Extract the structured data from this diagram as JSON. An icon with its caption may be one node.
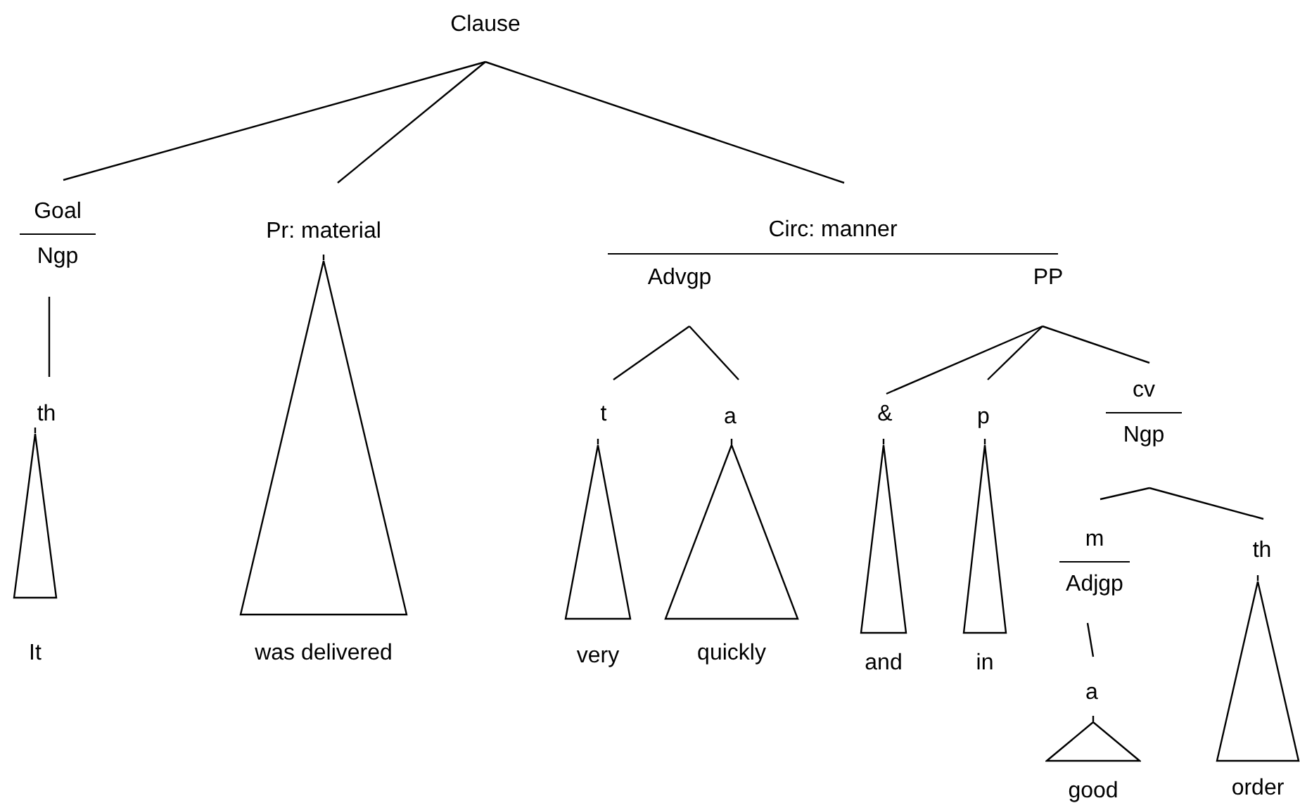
{
  "diagram": {
    "nodes": [
      {
        "text": [
          "Clause"
        ]
      },
      {
        "text": [
          "Goal",
          "Ngp"
        ]
      },
      {
        "text": [
          "th"
        ]
      },
      {
        "text": [
          "It"
        ]
      },
      {
        "text": [
          "Pr: material"
        ]
      },
      {
        "text": [
          "was delivered"
        ]
      },
      {
        "text": [
          "Circ: manner"
        ]
      },
      {
        "text": [
          "Advgp"
        ]
      },
      {
        "text": [
          "PP"
        ]
      },
      {
        "text": [
          "t"
        ]
      },
      {
        "text": [
          "very"
        ]
      },
      {
        "text": [
          "a"
        ]
      },
      {
        "text": [
          "quickly"
        ]
      },
      {
        "text": [
          "&"
        ]
      },
      {
        "text": [
          "and"
        ]
      },
      {
        "text": [
          "p"
        ]
      },
      {
        "text": [
          "in"
        ]
      },
      {
        "text": [
          "cv",
          "Ngp"
        ]
      },
      {
        "text": [
          "m",
          "Adjgp"
        ]
      },
      {
        "text": [
          "a"
        ]
      },
      {
        "text": [
          "good"
        ]
      },
      {
        "text": [
          "th"
        ]
      },
      {
        "text": [
          "order"
        ]
      }
    ],
    "edges": [
      {
        "from": 0,
        "to": 1,
        "arrow": "none"
      },
      {
        "from": 0,
        "to": 4,
        "arrow": "none"
      },
      {
        "from": 0,
        "to": 6,
        "arrow": "none"
      },
      {
        "from": 1,
        "to": 2,
        "arrow": "none"
      },
      {
        "from": 2,
        "to": 3,
        "arrow": "none"
      },
      {
        "from": 4,
        "to": 5,
        "arrow": "none"
      },
      {
        "from": 7,
        "to": 9,
        "arrow": "none"
      },
      {
        "from": 7,
        "to": 11,
        "arrow": "none"
      },
      {
        "from": 8,
        "to": 13,
        "arrow": "none"
      },
      {
        "from": 8,
        "to": 15,
        "arrow": "none"
      },
      {
        "from": 8,
        "to": 17,
        "arrow": "none"
      },
      {
        "from": 9,
        "to": 10,
        "arrow": "none"
      },
      {
        "from": 11,
        "to": 12,
        "arrow": "none"
      },
      {
        "from": 13,
        "to": 14,
        "arrow": "none"
      },
      {
        "from": 15,
        "to": 16,
        "arrow": "none"
      },
      {
        "from": 17,
        "to": 18,
        "arrow": "none"
      },
      {
        "from": 17,
        "to": 21,
        "arrow": "none"
      },
      {
        "from": 18,
        "to": 19,
        "arrow": "none"
      },
      {
        "from": 19,
        "to": 20,
        "arrow": "none"
      },
      {
        "from": 21,
        "to": 22,
        "arrow": "none"
      }
    ]
  }
}
